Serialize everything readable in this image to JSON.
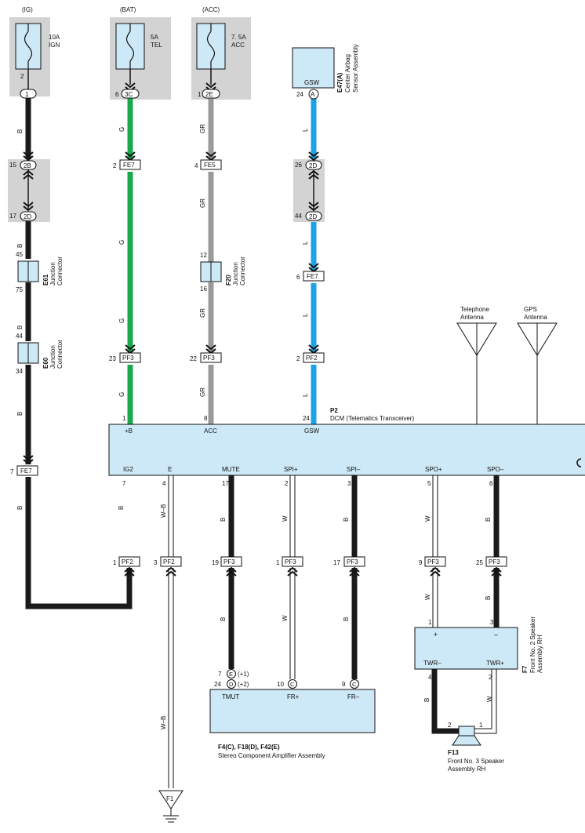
{
  "colors": {
    "black_wire": "#1a1a1a",
    "green_wire": "#19a84e",
    "gray_wire": "#9a9a9a",
    "blue_wire": "#1aa3e6",
    "component_fill": "#cde8f6",
    "shade": "#d3d3d3"
  },
  "fuses": {
    "ign": {
      "source": "(IG)",
      "rating": "10A",
      "name": "IGN",
      "pin": "2",
      "conn": "1"
    },
    "tel": {
      "source": "(BAT)",
      "rating": "5A",
      "name": "TEL",
      "pin": "6",
      "conn": "3C"
    },
    "acc": {
      "source": "(ACC)",
      "rating": "7. 5A",
      "name": "ACC",
      "pin": "1",
      "conn": "2E"
    }
  },
  "airbag": {
    "terminal": "GSW",
    "pin": "24",
    "conn": "A",
    "ref": "E47(A)",
    "name1": "Center Airbag",
    "name2": "Sensor Assembly"
  },
  "col1": {
    "wire": "B",
    "j1_top_pin": "15",
    "j1_top": "2B",
    "j1_bot_pin": "17",
    "j1_bot": "2D",
    "e61_top": "45",
    "e61_bot": "75",
    "e61_ref": "E61",
    "e61_l1": "Junction",
    "e61_l2": "Connector",
    "e60_top": "44",
    "e60_bot": "34",
    "e60_ref": "E60",
    "e60_l1": "Junction",
    "e60_l2": "Connector",
    "fe7_pin": "7",
    "fe7": "FE7"
  },
  "col2": {
    "wire": "G",
    "fe7_pin": "2",
    "fe7": "FE7",
    "pf3_pin": "23",
    "pf3": "PF3",
    "dcm_pin": "1"
  },
  "col3": {
    "wire": "GR",
    "fe5_pin": "4",
    "fe5": "FE5",
    "f20_top": "12",
    "f20_bot": "16",
    "f20_ref": "F20",
    "f20_l1": "Junction",
    "f20_l2": "Connector",
    "pf3_pin": "22",
    "pf3": "PF3",
    "dcm_pin": "8"
  },
  "col4": {
    "wire": "L",
    "j_top_pin": "26",
    "j_top": "2D",
    "j_bot_pin": "44",
    "j_bot": "2D",
    "fe7_pin": "6",
    "fe7": "FE7",
    "pf2_pin": "2",
    "pf2": "PF2",
    "dcm_pin": "24"
  },
  "antennas": {
    "tel_1": "Telephone",
    "tel_2": "Antenna",
    "gps_1": "GPS",
    "gps_2": "Antenna"
  },
  "dcm": {
    "ref": "P2",
    "name": "DCM (Telematics Transceiver)",
    "t_b": "+B",
    "t_acc": "ACC",
    "t_gsw": "GSW",
    "t_ig2": "IG2",
    "t_e": "E",
    "t_mute": "MUTE",
    "t_spip": "SPI+",
    "t_spim": "SPI–",
    "t_spop": "SPO+",
    "t_spom": "SPO–",
    "p_ig2": "7",
    "p_e": "4",
    "p_mute": "17",
    "p_spip": "2",
    "p_spim": "3",
    "p_spop": "5",
    "p_spom": "6"
  },
  "lower": {
    "ig2": {
      "wire": "B",
      "pin": "1",
      "conn": "PF2"
    },
    "e": {
      "wire": "W–B",
      "pin": "3",
      "conn": "PF2",
      "wire2": "W–B",
      "ground": "F1"
    },
    "mute": {
      "wire": "B",
      "pin": "19",
      "conn": "PF3",
      "wire2": "B"
    },
    "spip": {
      "wire": "W",
      "pin": "1",
      "conn": "PF3",
      "wire2": "W"
    },
    "spim": {
      "wire": "B",
      "pin": "17",
      "conn": "PF3",
      "wire2": "B"
    },
    "spop": {
      "wire": "W",
      "pin": "9",
      "conn": "PF3",
      "wire2": "W"
    },
    "spom": {
      "wire": "B",
      "pin": "25",
      "conn": "PF3",
      "wire2": "B"
    }
  },
  "amp": {
    "t_tmut": "TMUT",
    "t_frp": "FR+",
    "t_frm": "FR–",
    "tmut_pin1": "7",
    "tmut_c1": "E",
    "tmut_s1": "(+1)",
    "tmut_pin2": "24",
    "tmut_c2": "D",
    "tmut_s2": "(+2)",
    "frp_pin": "10",
    "frp_c": "C",
    "frm_pin": "9",
    "frm_c": "C",
    "ref": "F4(C), F18(D), F42(E)",
    "name": "Stereo Component Amplifier Assembly"
  },
  "spk2": {
    "plus": "+",
    "minus": "–",
    "t_twrm": "TWR–",
    "t_twrp": "TWR+",
    "p_plus": "1",
    "p_minus": "3",
    "p_twrm": "4",
    "p_twrp": "2",
    "ref": "F7",
    "name1": "Front No. 2 Speaker",
    "name2": "Assembly RH",
    "wire_b": "B",
    "wire_w": "W"
  },
  "spk3": {
    "p_left": "2",
    "p_right": "1",
    "ref": "F13",
    "name1": "Front No. 3 Speaker",
    "name2": "Assembly RH"
  }
}
